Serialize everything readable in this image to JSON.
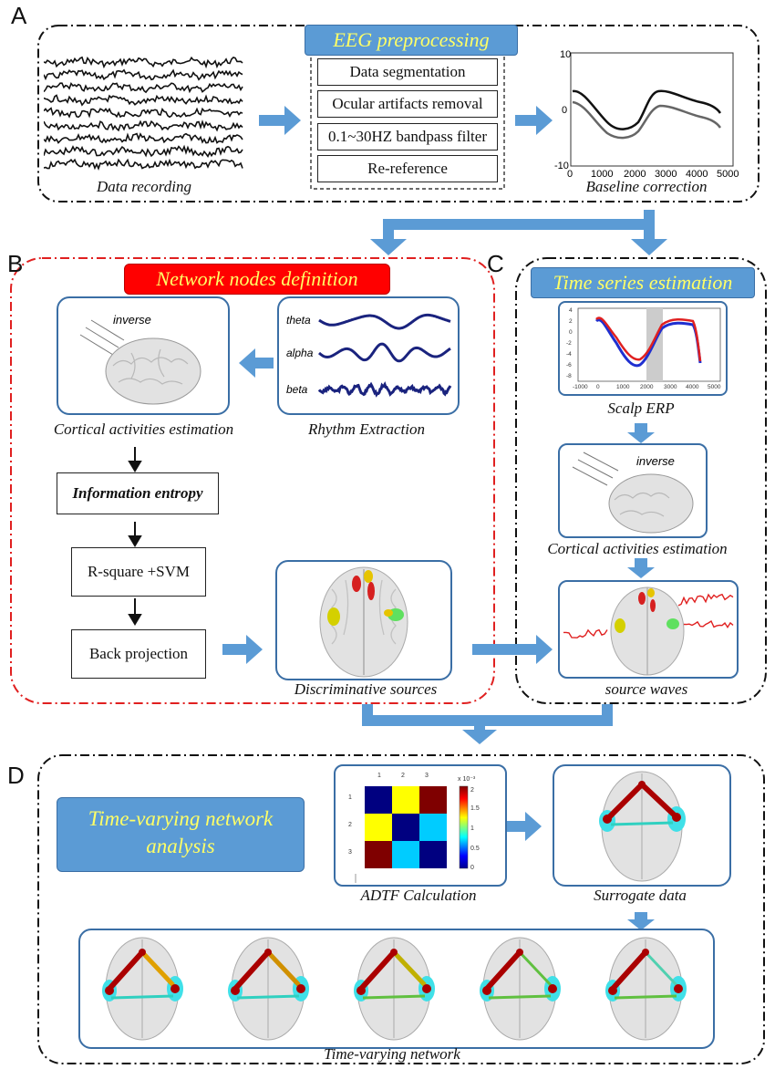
{
  "panels": {
    "a": "A",
    "b": "B",
    "c": "C",
    "d": "D"
  },
  "section_a": {
    "title": "EEG preprocessing",
    "data_recording": "Data recording",
    "steps": [
      "Data segmentation",
      "Ocular artifacts  removal",
      "0.1~30HZ bandpass filter",
      "Re-reference"
    ],
    "baseline_correction": "Baseline correction",
    "baseline_y_ticks": [
      "10",
      "0",
      "-10"
    ],
    "baseline_x_ticks": [
      "0",
      "1000",
      "2000",
      "3000",
      "4000",
      "5000"
    ]
  },
  "section_b": {
    "title": "Network nodes definition",
    "inverse": "inverse",
    "cortical": "Cortical activities estimation",
    "rhythms": [
      "theta",
      "alpha",
      "beta"
    ],
    "rhythm_extraction": "Rhythm Extraction",
    "information_entropy": "Information  entropy",
    "rsquare_svm": "R-square +SVM",
    "back_projection": "Back projection",
    "discriminative": "Discriminative sources"
  },
  "section_c": {
    "title": "Time series estimation",
    "scalp_erp": "Scalp ERP",
    "erp_y_ticks": [
      "4",
      "2",
      "0",
      "-2",
      "-4",
      "-6",
      "-8"
    ],
    "erp_x_ticks": [
      "-1000",
      "0",
      "1000",
      "2000",
      "3000",
      "4000",
      "5000"
    ],
    "inverse": "inverse",
    "cortical": "Cortical activities estimation",
    "source_waves": "source waves"
  },
  "section_d": {
    "title_line1": "Time-varying network",
    "title_line2": "analysis",
    "adtf": "ADTF Calculation",
    "matrix_cols": [
      "1",
      "2",
      "3"
    ],
    "matrix_rows": [
      "1",
      "2",
      "3"
    ],
    "colorbar_exp": "x 10⁻³",
    "colorbar_ticks": [
      "2",
      "1.5",
      "1",
      "0.5",
      "0"
    ],
    "surrogate": "Surrogate data",
    "time_varying": "Time-varying network"
  },
  "colors": {
    "arrow": "#5b9bd5",
    "box_border": "#3a6ea5",
    "title_blue": "#5b9bd5",
    "title_text_yellow": "#ffff66",
    "red_title": "#ff0000",
    "red_dash": "#e02020",
    "rhythm_wave": "#1a237e"
  }
}
